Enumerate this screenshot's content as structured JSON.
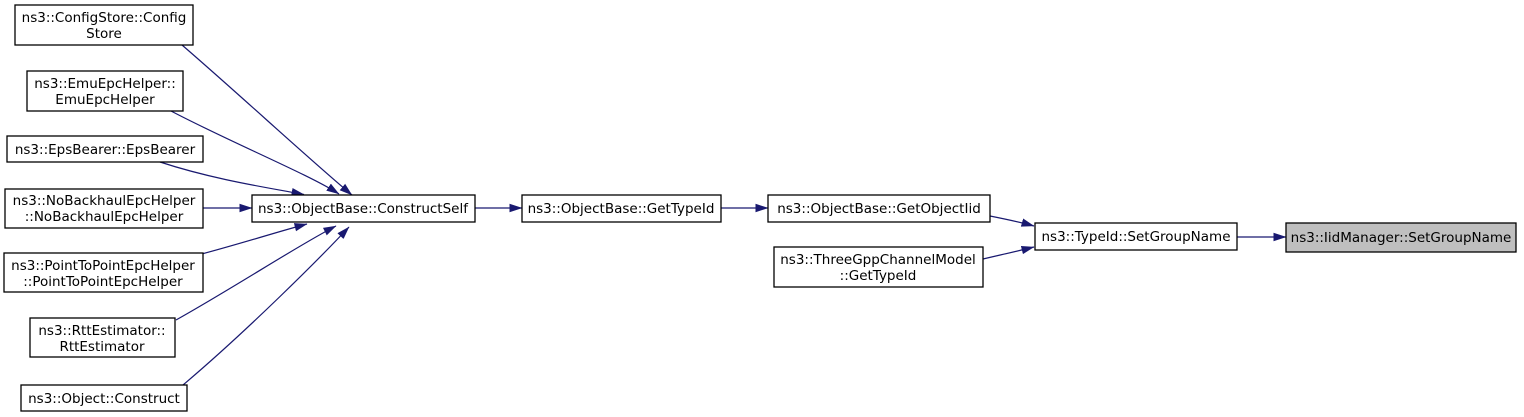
{
  "diagram": {
    "type": "doxygen-call-graph",
    "description": "Callers-graph converging on ns3::IidManager::SetGroupName",
    "highlighted_node": "ns3::IidManager::SetGroupName"
  },
  "colors": {
    "edge": "#191970",
    "node_border": "#000000",
    "node_fill": "#ffffff",
    "highlight_fill": "#bfbfbf",
    "text": "#000000",
    "background": "#ffffff"
  },
  "nodes": {
    "config_store": {
      "line1": "ns3::ConfigStore::Config",
      "line2": "Store"
    },
    "emu_epc_helper": {
      "line1": "ns3::EmuEpcHelper::",
      "line2": "EmuEpcHelper"
    },
    "eps_bearer": {
      "line1": "ns3::EpsBearer::EpsBearer"
    },
    "no_backhaul_epc_helper": {
      "line1": "ns3::NoBackhaulEpcHelper",
      "line2": "::NoBackhaulEpcHelper"
    },
    "point_to_point_epc_helper": {
      "line1": "ns3::PointToPointEpcHelper",
      "line2": "::PointToPointEpcHelper"
    },
    "rtt_estimator": {
      "line1": "ns3::RttEstimator::",
      "line2": "RttEstimator"
    },
    "object_construct": {
      "line1": "ns3::Object::Construct"
    },
    "construct_self": {
      "line1": "ns3::ObjectBase::ConstructSelf"
    },
    "get_type_id": {
      "line1": "ns3::ObjectBase::GetTypeId"
    },
    "get_object_iid": {
      "line1": "ns3::ObjectBase::GetObjectIid"
    },
    "three_gpp_get_type_id": {
      "line1": "ns3::ThreeGppChannelModel",
      "line2": "::GetTypeId"
    },
    "type_id_set_group_name": {
      "line1": "ns3::TypeId::SetGroupName"
    },
    "iid_manager_set_group_name": {
      "line1": "ns3::IidManager::SetGroupName"
    }
  },
  "edges": [
    {
      "from": "ns3::ConfigStore::ConfigStore",
      "to": "ns3::ObjectBase::ConstructSelf"
    },
    {
      "from": "ns3::EmuEpcHelper::EmuEpcHelper",
      "to": "ns3::ObjectBase::ConstructSelf"
    },
    {
      "from": "ns3::EpsBearer::EpsBearer",
      "to": "ns3::ObjectBase::ConstructSelf"
    },
    {
      "from": "ns3::NoBackhaulEpcHelper::NoBackhaulEpcHelper",
      "to": "ns3::ObjectBase::ConstructSelf"
    },
    {
      "from": "ns3::PointToPointEpcHelper::PointToPointEpcHelper",
      "to": "ns3::ObjectBase::ConstructSelf"
    },
    {
      "from": "ns3::RttEstimator::RttEstimator",
      "to": "ns3::ObjectBase::ConstructSelf"
    },
    {
      "from": "ns3::Object::Construct",
      "to": "ns3::ObjectBase::ConstructSelf"
    },
    {
      "from": "ns3::ObjectBase::ConstructSelf",
      "to": "ns3::ObjectBase::GetTypeId"
    },
    {
      "from": "ns3::ObjectBase::GetTypeId",
      "to": "ns3::ObjectBase::GetObjectIid"
    },
    {
      "from": "ns3::ObjectBase::GetObjectIid",
      "to": "ns3::TypeId::SetGroupName"
    },
    {
      "from": "ns3::ThreeGppChannelModel::GetTypeId",
      "to": "ns3::TypeId::SetGroupName"
    },
    {
      "from": "ns3::TypeId::SetGroupName",
      "to": "ns3::IidManager::SetGroupName"
    }
  ]
}
